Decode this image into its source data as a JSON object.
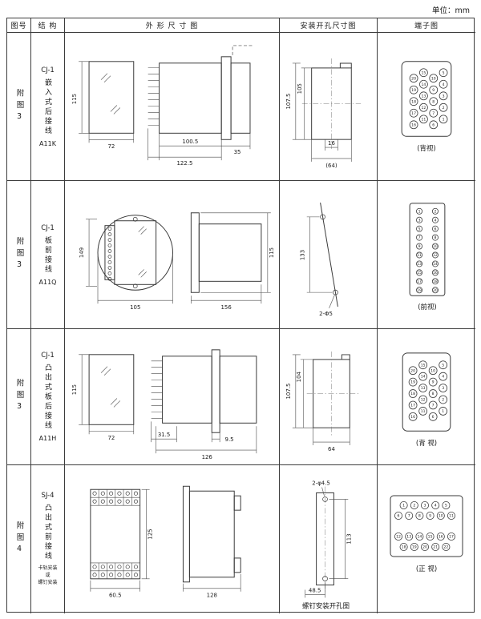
{
  "page": {
    "unit": "单位：mm"
  },
  "header": {
    "fig_no": "图号",
    "structure": "结 构",
    "outline": "外 形 尺 寸 图",
    "install": "安装开孔尺寸图",
    "terminal": "端子图"
  },
  "rows": [
    {
      "fig": "附图3",
      "structure": {
        "model": "CJ-1",
        "mount": "嵌入式后接线",
        "code": "A11K"
      },
      "outline": {
        "h": "115",
        "w": "72",
        "d1": "100.5",
        "d2": "122.5",
        "d3": "35"
      },
      "install": {
        "v1": "107.5",
        "v2": "105",
        "b1": "16",
        "b2": "(64)"
      },
      "terminal": {
        "caption": "(背视)",
        "numbers": [
          [
            20,
            15,
            10,
            5
          ],
          [
            19,
            14,
            9,
            4
          ],
          [
            18,
            13,
            8,
            3
          ],
          [
            17,
            12,
            7,
            2
          ],
          [
            16,
            11,
            6,
            1
          ]
        ]
      }
    },
    {
      "fig": "附图3",
      "structure": {
        "model": "CJ-1",
        "mount": "板前接线",
        "code": "A11Q"
      },
      "outline": {
        "h": "149",
        "w": "105",
        "d1": "156",
        "d2": "115"
      },
      "install": {
        "v1": "133",
        "holes": "2-Φ5"
      },
      "terminal": {
        "caption": "(前视)",
        "numbers": [
          [
            1,
            2
          ],
          [
            3,
            4
          ],
          [
            5,
            6
          ],
          [
            7,
            8
          ],
          [
            9,
            10
          ],
          [
            11,
            12
          ],
          [
            13,
            14
          ],
          [
            15,
            16
          ],
          [
            17,
            18
          ],
          [
            19,
            20
          ]
        ]
      }
    },
    {
      "fig": "附图3",
      "structure": {
        "model": "CJ-1",
        "mount": "凸出式板后接线",
        "code": "A11H"
      },
      "outline": {
        "h": "115",
        "w": "72",
        "d1": "31.5",
        "d2": "9.5",
        "d3": "126"
      },
      "install": {
        "v1": "107.5",
        "v2": "104",
        "b1": "64"
      },
      "terminal": {
        "caption": "(背 视)",
        "numbers": [
          [
            20,
            15,
            10,
            5
          ],
          [
            19,
            14,
            9,
            4
          ],
          [
            18,
            13,
            8,
            3
          ],
          [
            17,
            12,
            7,
            2
          ],
          [
            16,
            11,
            6,
            1
          ]
        ]
      }
    },
    {
      "fig": "附图4",
      "structure": {
        "model": "SJ-4",
        "mount": "凸出式前接线",
        "note": "卡轨安装\n或\n螺钉安装"
      },
      "outline": {
        "w": "60.5",
        "h": "125",
        "d": "128"
      },
      "install": {
        "holes": "2-φ4.5",
        "v1": "113",
        "b1": "48.5",
        "caption": "螺钉安装开孔图"
      },
      "terminal": {
        "caption": "(正 视)",
        "top": [
          [
            1,
            2,
            3,
            4,
            5
          ],
          [
            6,
            7,
            8,
            9,
            10,
            11
          ]
        ],
        "bottom": [
          [
            12,
            13,
            14,
            15,
            16,
            17
          ],
          [
            18,
            19,
            20,
            21,
            22
          ]
        ]
      }
    }
  ]
}
